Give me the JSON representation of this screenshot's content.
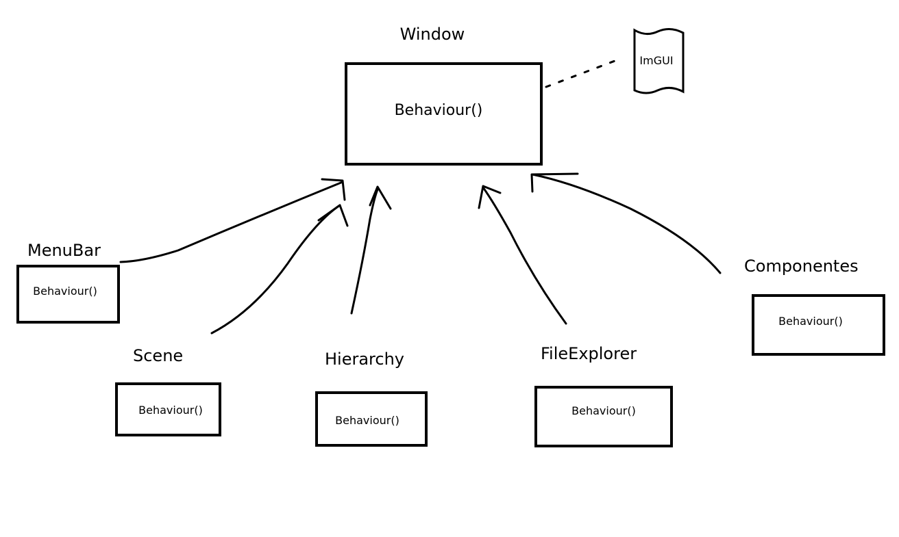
{
  "window": {
    "title": "Window",
    "method": "Behaviour()"
  },
  "library": {
    "label": "ImGUI"
  },
  "children": [
    {
      "title": "MenuBar",
      "method": "Behaviour()"
    },
    {
      "title": "Scene",
      "method": "Behaviour()"
    },
    {
      "title": "Hierarchy",
      "method": "Behaviour()"
    },
    {
      "title": "FileExplorer",
      "method": "Behaviour()"
    },
    {
      "title": "Componentes",
      "method": "Behaviour()"
    }
  ]
}
